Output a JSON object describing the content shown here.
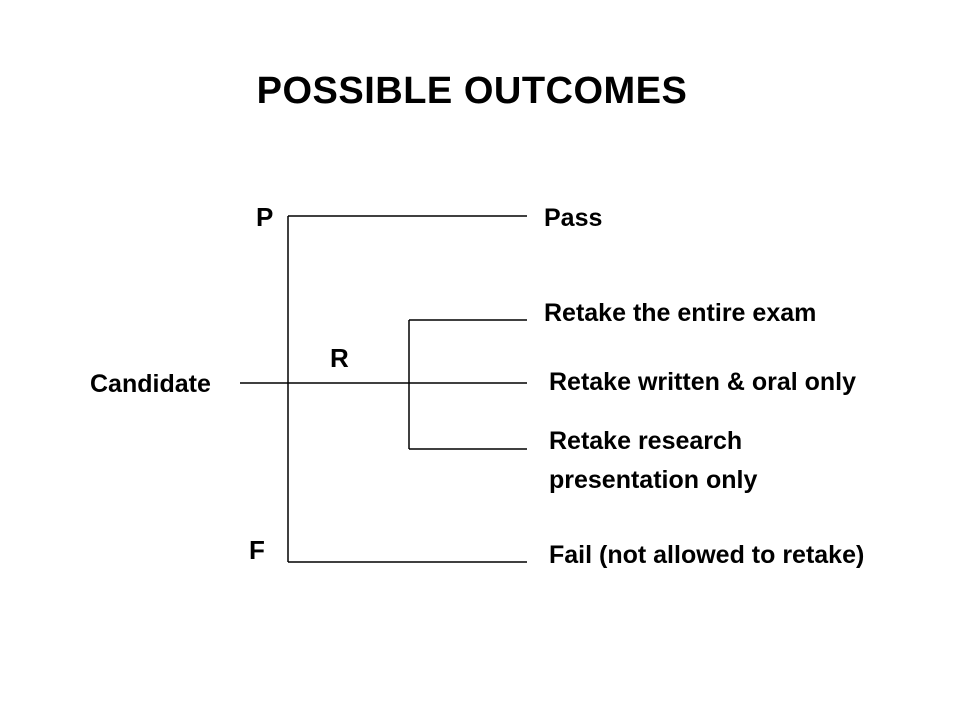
{
  "title": "POSSIBLE OUTCOMES",
  "root_label": "Candidate",
  "branch_letters": {
    "pass": "P",
    "retake": "R",
    "fail": "F"
  },
  "outcomes": {
    "pass": "Pass",
    "retake_entire": "Retake the entire exam",
    "retake_written_oral": "Retake written & oral only",
    "retake_research_line1": "Retake research",
    "retake_research_line2": "presentation only",
    "fail": "Fail (not allowed to retake)"
  },
  "colors": {
    "text": "#000000",
    "lines": "#000000",
    "background": "#ffffff"
  }
}
